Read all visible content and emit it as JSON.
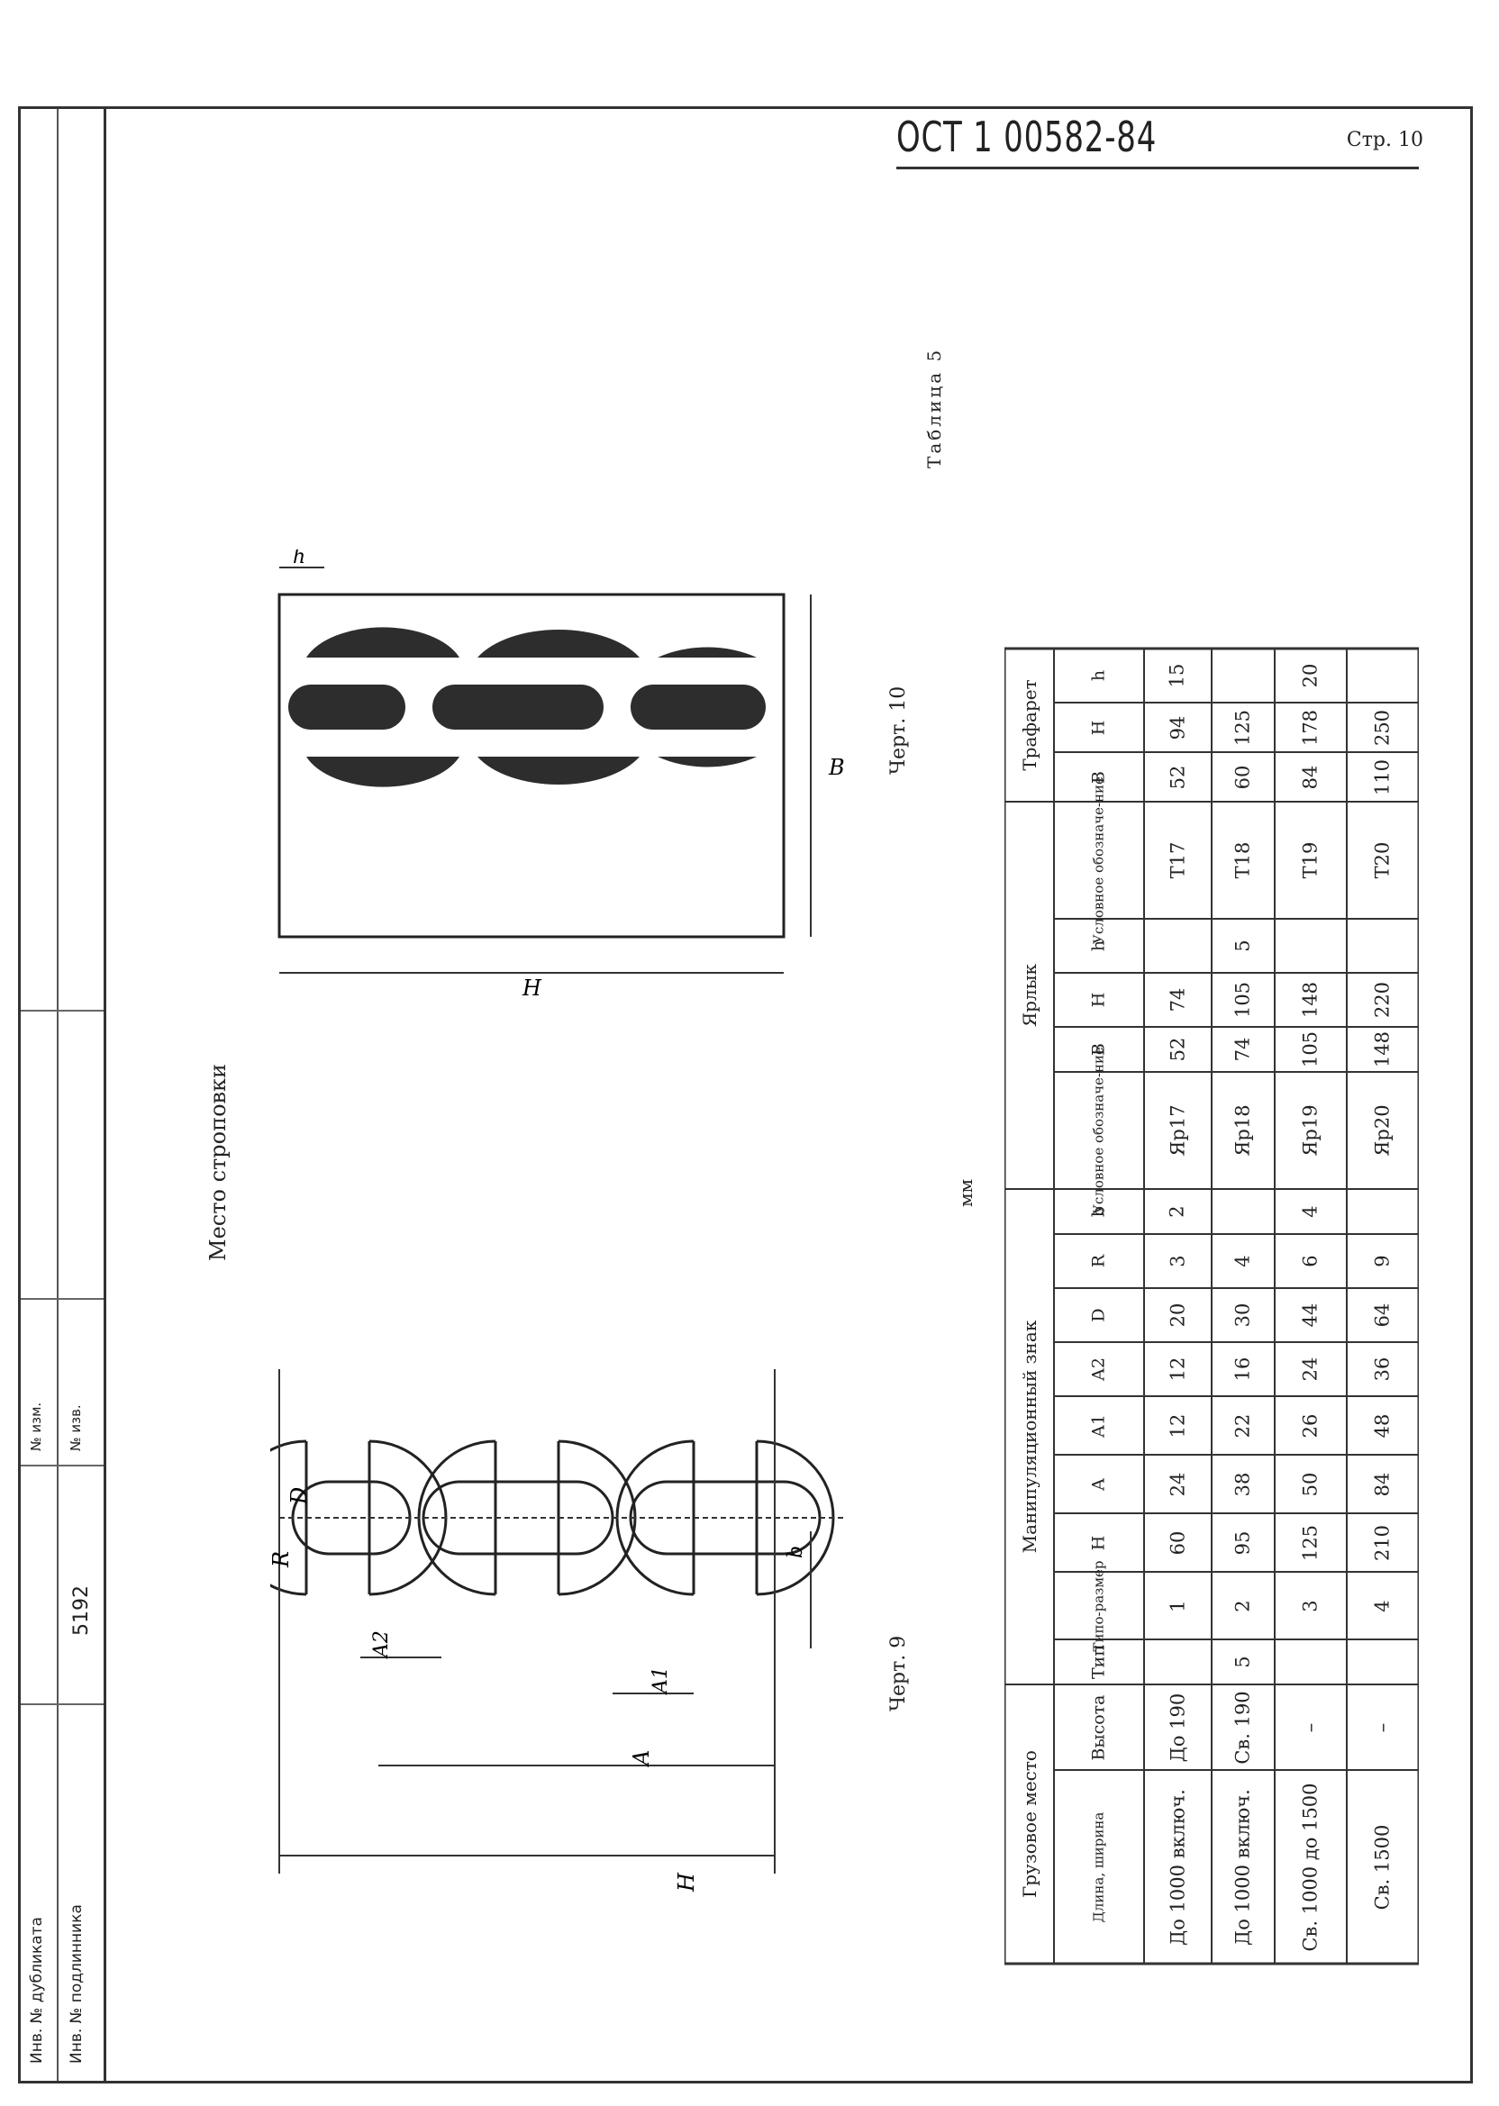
{
  "header": {
    "standard": "ОСТ 1 00582-84",
    "page": "Стр. 10"
  },
  "stub": {
    "duplicate": "Инв. № дубликата",
    "original": "Инв. № подлинника",
    "original_number": "5192",
    "change_no": "№ изм.",
    "notice_no": "№ изв."
  },
  "captions": {
    "lifting_point": "Место строповки",
    "fig9": "Черт. 9",
    "fig10": "Черт. 10",
    "units": "мм",
    "table_title": "Таблица 5"
  },
  "fig9_dims": {
    "H": "H",
    "A": "A",
    "A1": "A1",
    "A2": "A2",
    "D": "D",
    "R": "R",
    "b": "b"
  },
  "fig10_dims": {
    "H": "H",
    "B": "B",
    "h": "h"
  },
  "table": {
    "groups": [
      "Грузовое место",
      "Манипуляционный знак",
      "Ярлык",
      "Трафарет"
    ],
    "columns": [
      "Длина, ширина",
      "Высота",
      "Тип",
      "Типо-размер",
      "H",
      "A",
      "A1",
      "A2",
      "D",
      "R",
      "b",
      "Условное обозначе-ние",
      "B",
      "H",
      "h",
      "Условное обозначе-ние",
      "B",
      "H",
      "h"
    ],
    "rows": [
      {
        "length": "До 1000 включ.",
        "height": "До 190",
        "size": "1",
        "H": "60",
        "A": "24",
        "A1": "12",
        "A2": "12",
        "D": "20",
        "R": "3",
        "lbl": "Яр17",
        "lB": "52",
        "lH": "74",
        "st": "Т17",
        "sB": "52",
        "sH": "94"
      },
      {
        "length": "До 1000 включ.",
        "height": "Св. 190",
        "size": "2",
        "H": "95",
        "A": "38",
        "A1": "22",
        "A2": "16",
        "D": "30",
        "R": "4",
        "lbl": "Яр18",
        "lB": "74",
        "lH": "105",
        "st": "Т18",
        "sB": "60",
        "sH": "125"
      },
      {
        "length": "Св. 1000 до 1500",
        "height": "–",
        "size": "3",
        "H": "125",
        "A": "50",
        "A1": "26",
        "A2": "24",
        "D": "44",
        "R": "6",
        "lbl": "Яр19",
        "lB": "105",
        "lH": "148",
        "st": "Т19",
        "sB": "84",
        "sH": "178"
      },
      {
        "length": "Св. 1500",
        "height": "–",
        "size": "4",
        "H": "210",
        "A": "84",
        "A1": "48",
        "A2": "36",
        "D": "64",
        "R": "9",
        "lbl": "Яр20",
        "lB": "148",
        "lH": "220",
        "st": "Т20",
        "sB": "110",
        "sH": "250"
      }
    ],
    "merged": {
      "type": "5",
      "b_1": "2",
      "b_2": "4",
      "label_h": "5",
      "stencil_h_1": "15",
      "stencil_h_2": "20"
    }
  }
}
